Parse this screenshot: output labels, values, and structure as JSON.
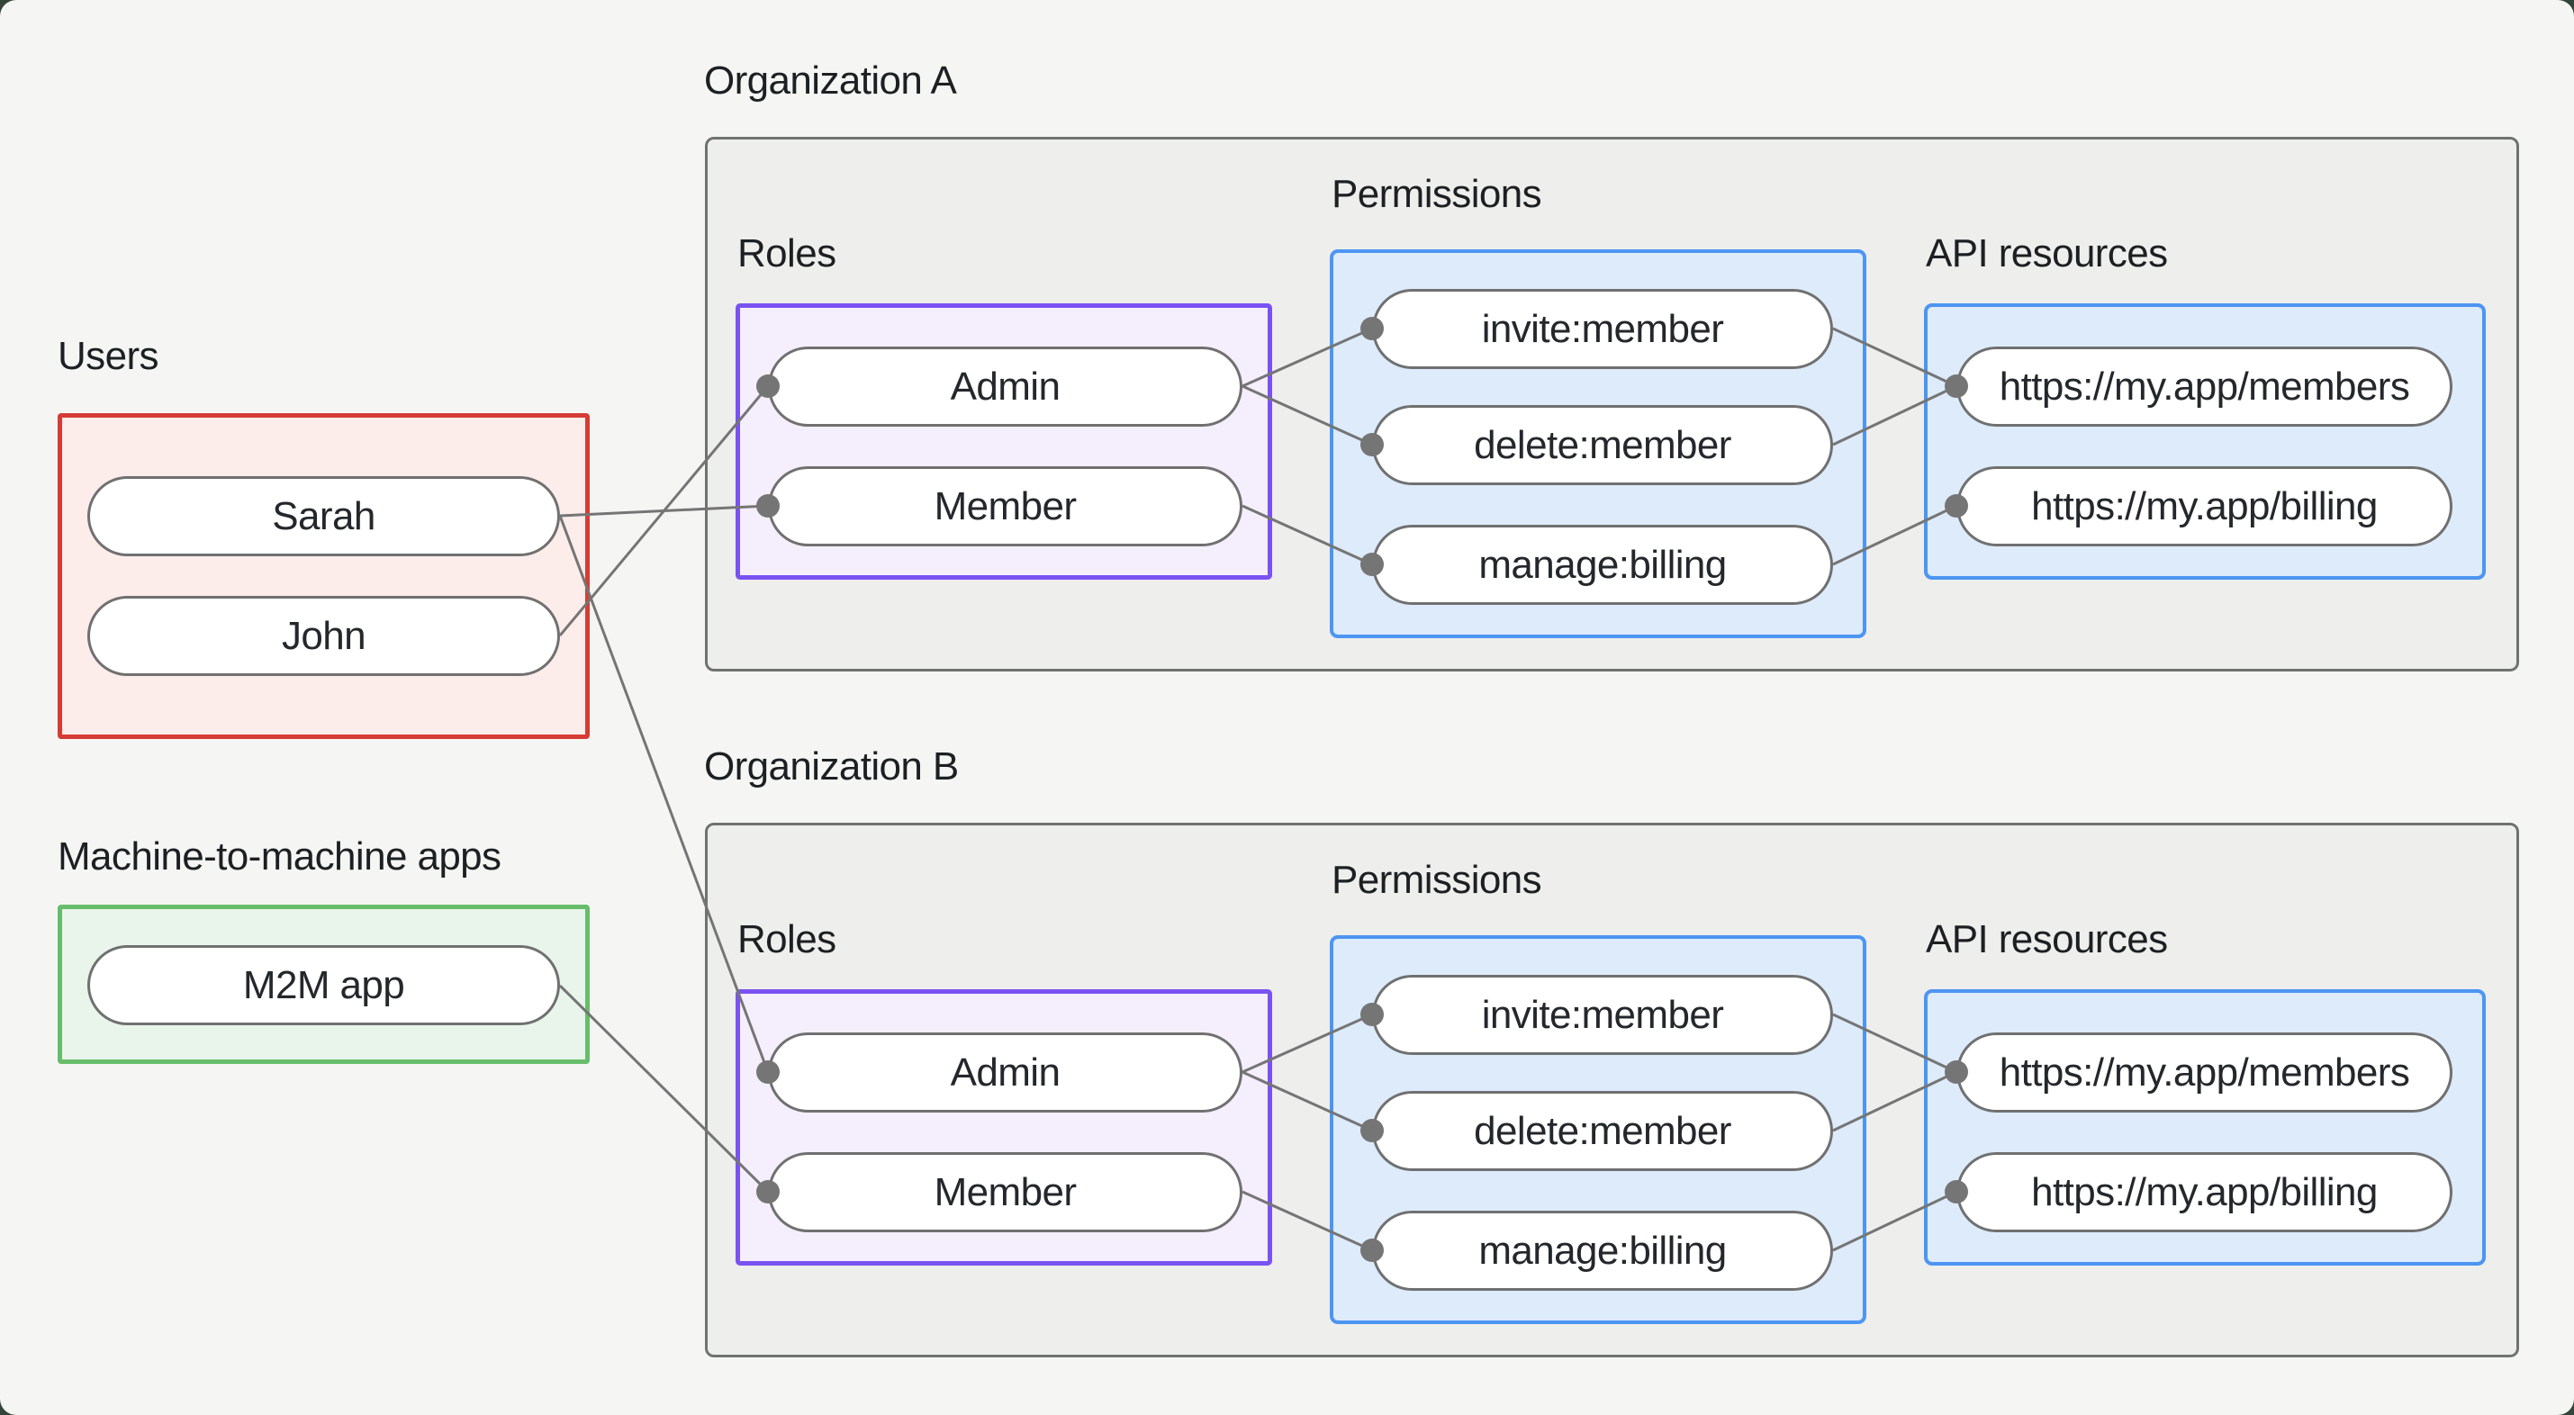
{
  "canvas": {
    "background": "#f5f6f4",
    "backdrop_color": "#34453a"
  },
  "colors": {
    "users_border": "#d63c35",
    "users_fill": "#fcedeb",
    "m2m_border": "#68bd6b",
    "m2m_fill": "#e9f5ea",
    "roles_border": "#7a52f1",
    "roles_fill": "#f5eefc",
    "blue_border": "#4d95f2",
    "blue_fill": "#ddebfb",
    "org_fill": "#eeeeec",
    "org_border": "#6f736f",
    "node_border": "#707070",
    "edge_color": "#757575",
    "text_color": "#1d2023"
  },
  "users": {
    "title": "Users",
    "nodes": [
      {
        "id": "sarah",
        "label": "Sarah"
      },
      {
        "id": "john",
        "label": "John"
      }
    ]
  },
  "m2m": {
    "title": "Machine-to-machine apps",
    "nodes": [
      {
        "id": "m2m-app",
        "label": "M2M app"
      }
    ]
  },
  "org_a": {
    "title": "Organization A",
    "roles_label": "Roles",
    "permissions_label": "Permissions",
    "api_label": "API resources",
    "roles": [
      "Admin",
      "Member"
    ],
    "permissions": [
      "invite:member",
      "delete:member",
      "manage:billing"
    ],
    "api_resources": [
      "https://my.app/members",
      "https://my.app/billing"
    ]
  },
  "org_b": {
    "title": "Organization B",
    "roles_label": "Roles",
    "permissions_label": "Permissions",
    "api_label": "API resources",
    "roles": [
      "Admin",
      "Member"
    ],
    "permissions": [
      "invite:member",
      "delete:member",
      "manage:billing"
    ],
    "api_resources": [
      "https://my.app/members",
      "https://my.app/billing"
    ]
  },
  "edges": [
    {
      "from": "Sarah",
      "to": "Org A Member"
    },
    {
      "from": "John",
      "to": "Org A Admin"
    },
    {
      "from": "Sarah",
      "to": "Org B Admin"
    },
    {
      "from": "M2M app",
      "to": "Org B Member"
    },
    {
      "from": "Org A Admin",
      "to": "Org A invite:member"
    },
    {
      "from": "Org A Admin",
      "to": "Org A delete:member"
    },
    {
      "from": "Org A Member",
      "to": "Org A manage:billing"
    },
    {
      "from": "Org A invite:member",
      "to": "Org A https://my.app/members"
    },
    {
      "from": "Org A delete:member",
      "to": "Org A https://my.app/members"
    },
    {
      "from": "Org A manage:billing",
      "to": "Org A https://my.app/billing"
    },
    {
      "from": "Org B Admin",
      "to": "Org B invite:member"
    },
    {
      "from": "Org B Admin",
      "to": "Org B delete:member"
    },
    {
      "from": "Org B Member",
      "to": "Org B manage:billing"
    },
    {
      "from": "Org B invite:member",
      "to": "Org B https://my.app/members"
    },
    {
      "from": "Org B delete:member",
      "to": "Org B https://my.app/members"
    },
    {
      "from": "Org B manage:billing",
      "to": "Org B https://my.app/billing"
    }
  ]
}
